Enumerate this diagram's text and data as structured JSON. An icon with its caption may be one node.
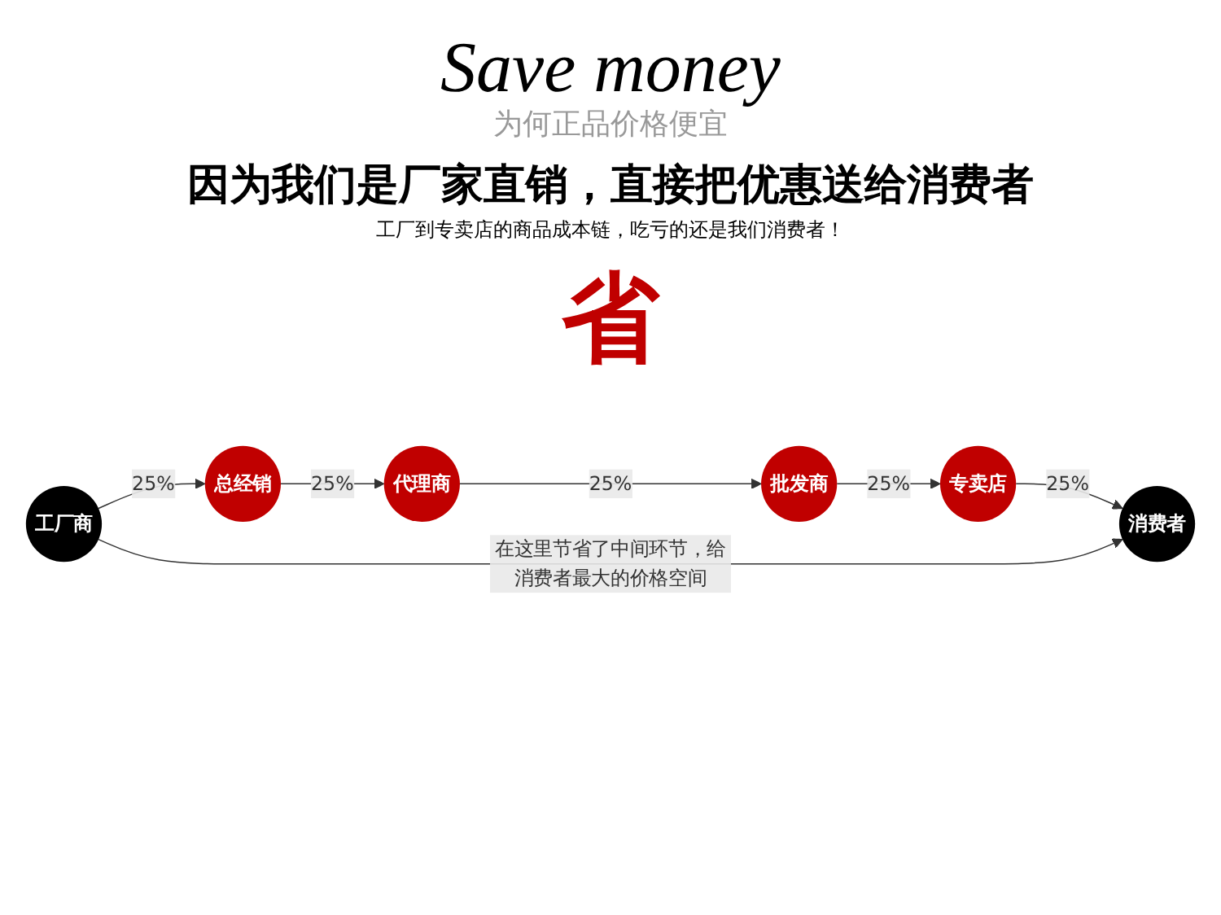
{
  "diagram": {
    "title": "Save money",
    "caption": "为何正品价格便宜",
    "nodes": [
      {
        "text": [
          "工厂商"
        ]
      },
      {
        "text": [
          "总经销"
        ]
      },
      {
        "text": [
          "代理商"
        ]
      },
      {
        "text": [
          "批发商"
        ]
      },
      {
        "text": [
          "专卖店"
        ]
      },
      {
        "text": [
          "消费者"
        ]
      }
    ],
    "edges": [
      {
        "from": 0,
        "to": 1,
        "arrow": "to",
        "label": "25%"
      },
      {
        "from": 1,
        "to": 2,
        "arrow": "to",
        "label": "25%"
      },
      {
        "from": 2,
        "to": 3,
        "arrow": "to",
        "label": "25%"
      },
      {
        "from": 3,
        "to": 4,
        "arrow": "to",
        "label": "25%"
      },
      {
        "from": 4,
        "to": 5,
        "arrow": "to",
        "label": "25%"
      },
      {
        "from": 0,
        "to": 5,
        "arrow": "to",
        "label": "在这里节省了中间环节，给消费者最大的价格空间"
      }
    ],
    "labels": [
      "因为我们是厂家直销，直接把优惠送给消费者",
      "工厂到专卖店的商品成本链，吃亏的还是我们消费者！",
      "省"
    ]
  }
}
